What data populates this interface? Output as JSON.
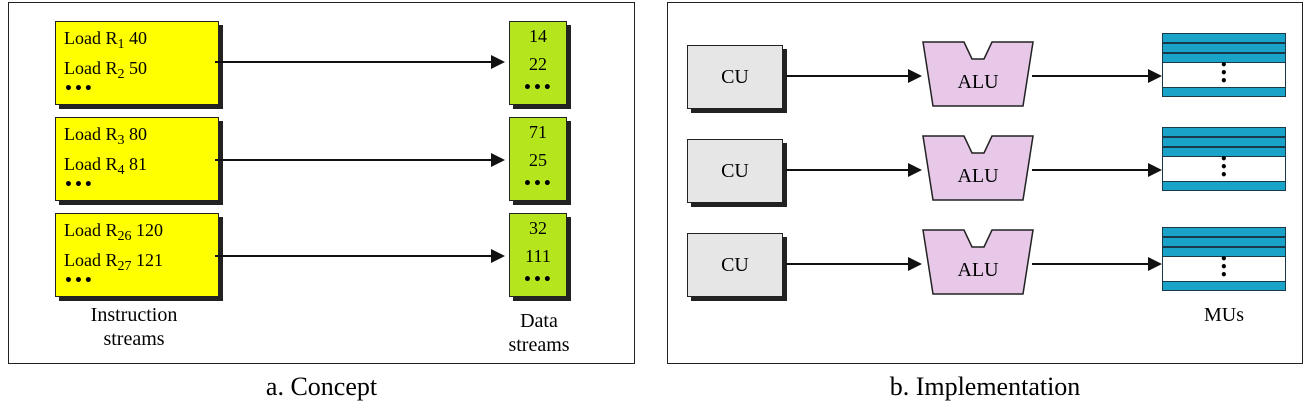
{
  "concept": {
    "caption": "a. Concept",
    "instruction_streams": [
      {
        "line1": {
          "prefix": "Load R",
          "sub": "1",
          "suffix": " 40"
        },
        "line2": {
          "prefix": "Load R",
          "sub": "2",
          "suffix": " 50"
        },
        "dots": "•••"
      },
      {
        "line1": {
          "prefix": "Load R",
          "sub": "3",
          "suffix": " 80"
        },
        "line2": {
          "prefix": "Load R",
          "sub": "4",
          "suffix": " 81"
        },
        "dots": "•••"
      },
      {
        "line1": {
          "prefix": "Load R",
          "sub": "26",
          "suffix": " 120"
        },
        "line2": {
          "prefix": "Load R",
          "sub": "27",
          "suffix": " 121"
        },
        "dots": "•••"
      }
    ],
    "data_streams": [
      {
        "v1": "14",
        "v2": "22",
        "dots": "•••"
      },
      {
        "v1": "71",
        "v2": "25",
        "dots": "•••"
      },
      {
        "v1": "32",
        "v2": "111",
        "dots": "•••"
      }
    ],
    "instruction_label": {
      "line1": "Instruction",
      "line2": "streams"
    },
    "data_label": {
      "line1": "Data",
      "line2": "streams"
    }
  },
  "implementation": {
    "caption": "b. Implementation",
    "rows": [
      {
        "cu": "CU",
        "alu": "ALU"
      },
      {
        "cu": "CU",
        "alu": "ALU"
      },
      {
        "cu": "CU",
        "alu": "ALU"
      }
    ],
    "mu_label": "MUs"
  },
  "colors": {
    "instruction_box": "#ffff00",
    "data_box": "#b5e61d",
    "cu_box": "#e6e6e6",
    "alu_fill": "#e8c8e8",
    "memory_stripe": "#1aa3c8"
  }
}
